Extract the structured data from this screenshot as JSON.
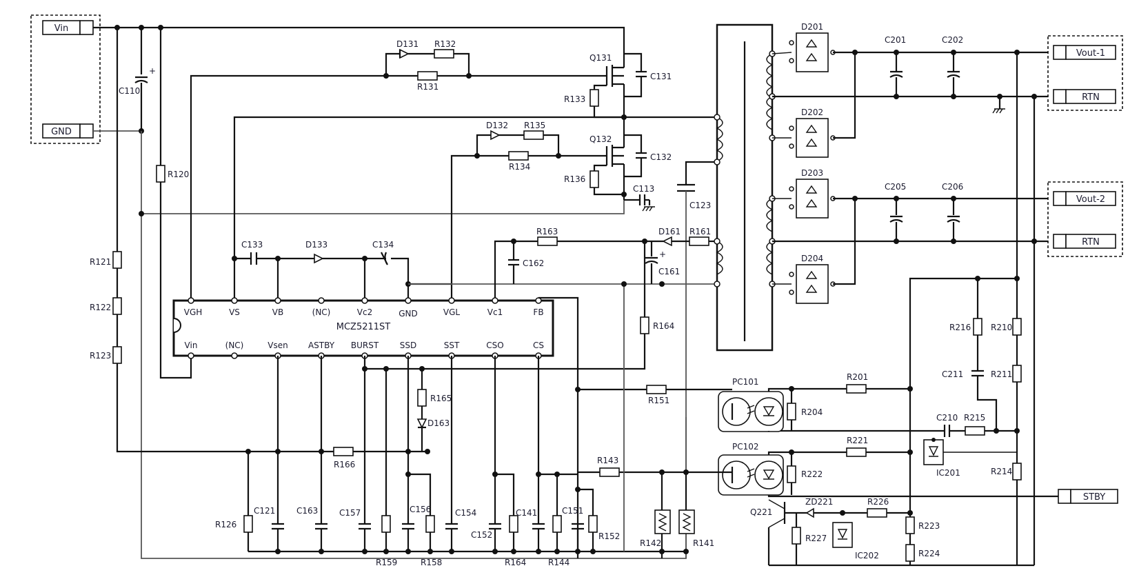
{
  "ic": {
    "name": "MCZ5211ST",
    "top_pins": [
      "VGH",
      "VS",
      "VB",
      "(NC)",
      "Vc2",
      "GND",
      "VGL",
      "Vc1",
      "FB"
    ],
    "bottom_pins": [
      "Vin",
      "(NC)",
      "Vsen",
      "ASTBY",
      "BURST",
      "SSD",
      "SST",
      "CSO",
      "CS"
    ]
  },
  "connectors": {
    "vin": "Vin",
    "gnd": "GND",
    "vout1": "Vout-1",
    "rtn1": "RTN",
    "vout2": "Vout-2",
    "rtn2": "RTN",
    "stby": "STBY"
  },
  "labels": {
    "C110": "C110",
    "R120": "R120",
    "R121": "R121",
    "R122": "R122",
    "R123": "R123",
    "R126": "R126",
    "D131": "D131",
    "R132": "R132",
    "R131": "R131",
    "Q131": "Q131",
    "C131": "C131",
    "R133": "R133",
    "D132": "D132",
    "R135": "R135",
    "R134": "R134",
    "Q132": "Q132",
    "C132": "C132",
    "R136": "R136",
    "C113": "C113",
    "C123": "C123",
    "C133": "C133",
    "D133": "D133",
    "C134": "C134",
    "R163": "R163",
    "C162": "C162",
    "D161": "D161",
    "R161": "R161",
    "C161": "C161",
    "R164a": "R164",
    "R165": "R165",
    "D163": "D163",
    "R166": "R166",
    "R151": "R151",
    "R143": "R143",
    "C121": "C121",
    "C163": "C163",
    "C157": "C157",
    "C156": "C156",
    "C154": "C154",
    "C152": "C152",
    "C141": "C141",
    "C151": "C151",
    "R152": "R152",
    "R142": "R142",
    "R141": "R141",
    "R159": "R159",
    "R158": "R158",
    "R164b": "R164",
    "R144": "R144",
    "D201": "D201",
    "D202": "D202",
    "D203": "D203",
    "D204": "D204",
    "C201": "C201",
    "C202": "C202",
    "C205": "C205",
    "C206": "C206",
    "PC101": "PC101",
    "PC102": "PC102",
    "R201": "R201",
    "R204": "R204",
    "R221": "R221",
    "R222": "R222",
    "R216": "R216",
    "R210": "R210",
    "R211": "R211",
    "C211": "C211",
    "C210": "C210",
    "R215": "R215",
    "IC201": "IC201",
    "R214": "R214",
    "Q221": "Q221",
    "ZD221": "ZD221",
    "R226": "R226",
    "R223": "R223",
    "R227": "R227",
    "IC202": "IC202",
    "R224": "R224"
  }
}
